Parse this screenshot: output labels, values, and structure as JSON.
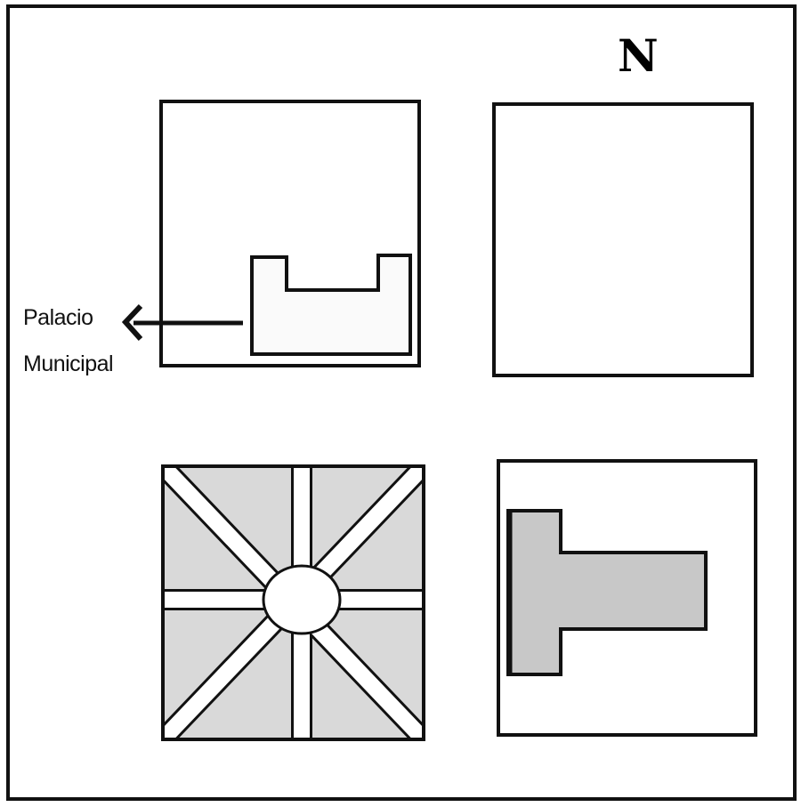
{
  "north_label": "N",
  "callout": {
    "line1": "Palacio",
    "line2": "Municipal"
  },
  "colors": {
    "ink": "#111111",
    "paper": "#ffffff",
    "plaza_fill": "#d9d9d9",
    "building_fill": "#c8c8c8",
    "palacio_fill": "#fafafa"
  }
}
